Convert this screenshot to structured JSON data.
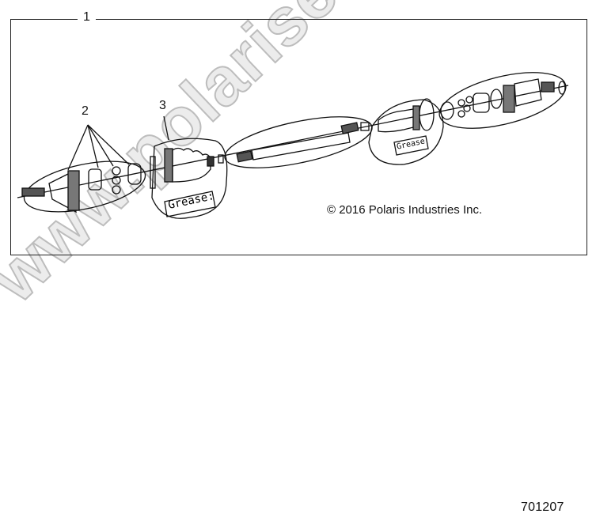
{
  "diagram": {
    "frame_callout": "1",
    "callouts": [
      {
        "id": "2",
        "label": "2"
      },
      {
        "id": "3",
        "label": "3"
      }
    ],
    "grease_labels": [
      "Grease:",
      "Grease"
    ],
    "copyright": "© 2016 Polaris Industries Inc.",
    "diagram_id": "701207",
    "watermark": "www.polarisersatzteile.de",
    "colors": {
      "line": "#111111",
      "frame": "#222222",
      "watermark_fill": "#ececec",
      "watermark_stroke": "#bdbdbd"
    }
  }
}
